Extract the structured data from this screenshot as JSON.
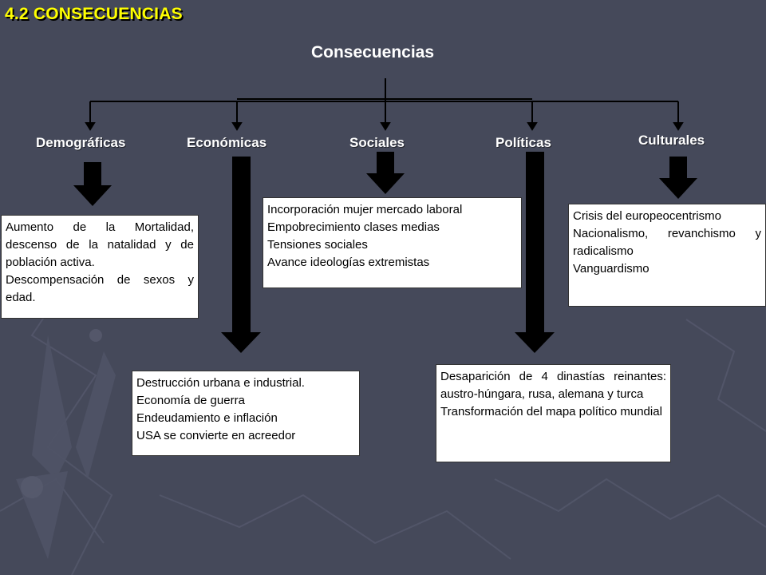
{
  "slide": {
    "title": "4.2 CONSECUENCIAS"
  },
  "diagram": {
    "title": "Consecuencias",
    "categories": [
      {
        "id": "demograficas",
        "label": "Demográficas",
        "items": [
          "Aumento de la Mortalidad, descenso de la natalidad y de población activa.",
          "Descompensación de sexos y edad."
        ]
      },
      {
        "id": "economicas",
        "label": "Económicas",
        "items": [
          "Destrucción urbana e industrial.",
          "Economía de guerra",
          "Endeudamiento e inflación",
          "USA se convierte en acreedor"
        ]
      },
      {
        "id": "sociales",
        "label": "Sociales",
        "items": [
          "Incorporación mujer mercado laboral",
          "Empobrecimiento clases medias",
          "Tensiones sociales",
          "Avance ideologías extremistas"
        ]
      },
      {
        "id": "politicas",
        "label": "Políticas",
        "items": [
          "Desaparición de 4 dinastías reinantes: austro-húngara, rusa, alemana y turca",
          "Transformación del mapa político mundial"
        ]
      },
      {
        "id": "culturales",
        "label": "Culturales",
        "items": [
          "Crisis del europeocentrismo",
          "Nacionalismo, revanchismo y radicalismo",
          "Vanguardismo"
        ]
      }
    ]
  },
  "colors": {
    "background": "#45495a",
    "title_accent": "#ffff00",
    "connector": "#000000",
    "box_fill": "#ffffff"
  }
}
